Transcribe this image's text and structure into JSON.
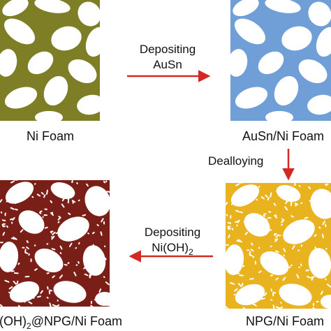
{
  "panels": {
    "ni_foam": {
      "label": "Ni Foam",
      "color": "#7d7e26"
    },
    "ausn_ni_foam": {
      "label": "AuSn/Ni Foam",
      "color": "#6f9fd6"
    },
    "npg_ni_foam": {
      "label": "NPG/Ni Foam",
      "color": "#e9b21f"
    },
    "ni_oh2_npg_ni_foam": {
      "label_prefix": "Ni(OH)",
      "label_subscript": "2",
      "label_suffix": "@NPG/Ni Foam",
      "color": "#7a1f17"
    }
  },
  "steps": {
    "step1": {
      "line1": "Depositing",
      "line2": "AuSn"
    },
    "step2": {
      "line1": "Dealloying"
    },
    "step3": {
      "line1_text": "Depositing",
      "line2_prefix": "Ni(OH)",
      "line2_subscript": "2"
    }
  },
  "colors": {
    "arrow": "#d22a22",
    "pore": "#ffffff"
  },
  "icons": {
    "arrow_right": "arrow-right-icon",
    "arrow_down": "arrow-down-icon",
    "arrow_left": "arrow-left-icon"
  }
}
